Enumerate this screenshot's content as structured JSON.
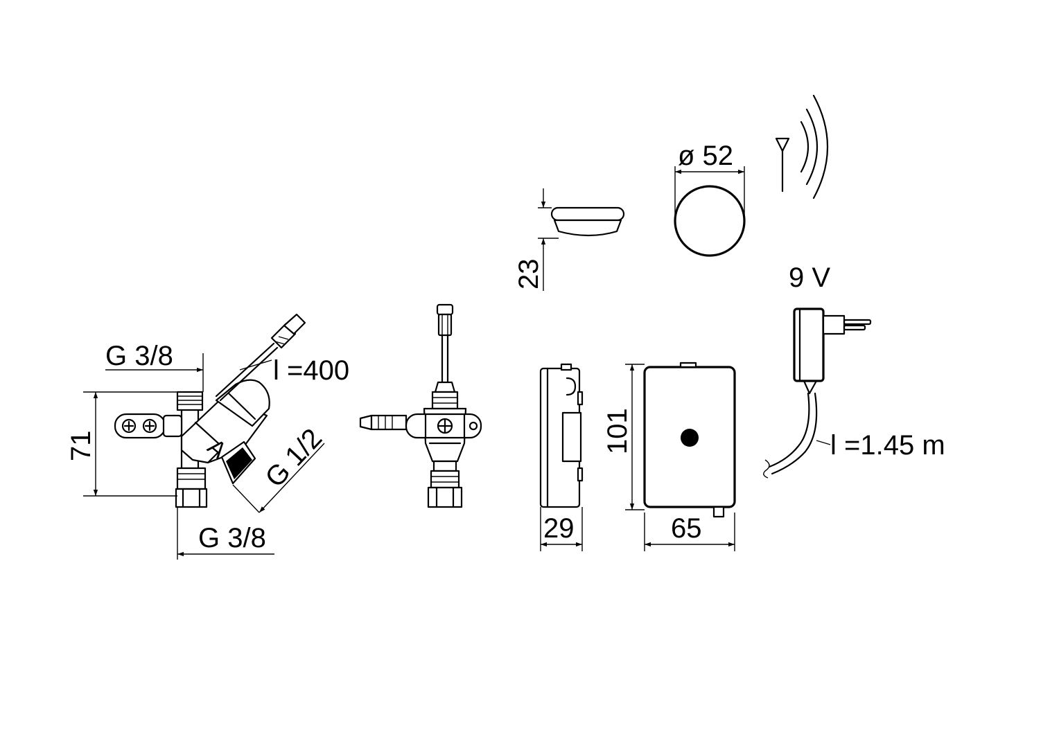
{
  "dimensions": {
    "valve_inlet_top": "G 3/8",
    "valve_height": "71",
    "valve_cable_length": "l =400",
    "valve_outlet_side": "G 1/2",
    "valve_inlet_bottom": "G 3/8",
    "sensor_height": "23",
    "sensor_diameter": "ø 52",
    "box_depth": "29",
    "box_height": "101",
    "box_width": "65",
    "power_voltage": "9 V",
    "power_cable_length": "l =1.45 m"
  },
  "icons": {
    "wireless": "radio-antenna-icon",
    "sensor_disc": "sensor-disc-icon"
  },
  "colors": {
    "line": "#000000",
    "background": "#ffffff"
  }
}
